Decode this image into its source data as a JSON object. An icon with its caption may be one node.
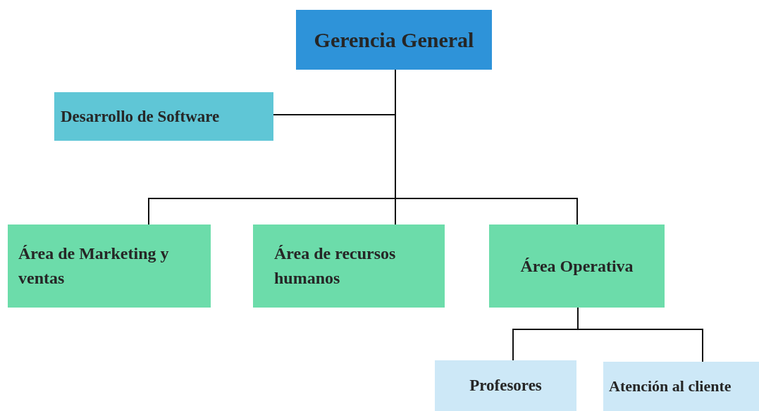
{
  "diagram": {
    "nodes": [
      {
        "text": [
          "Gerencia General"
        ]
      },
      {
        "text": [
          "Desarrollo de Software"
        ]
      },
      {
        "text": [
          "Área de Marketing y ventas"
        ]
      },
      {
        "text": [
          "Área de recursos humanos"
        ]
      },
      {
        "text": [
          "Área Operativa"
        ]
      },
      {
        "text": [
          "Profesores"
        ]
      },
      {
        "text": [
          "Atención al cliente"
        ]
      }
    ],
    "edges": [
      {
        "from": 0,
        "to": 1,
        "arrow": "none"
      },
      {
        "from": 0,
        "to": 2,
        "arrow": "none"
      },
      {
        "from": 0,
        "to": 3,
        "arrow": "none"
      },
      {
        "from": 0,
        "to": 4,
        "arrow": "none"
      },
      {
        "from": 4,
        "to": 5,
        "arrow": "none"
      },
      {
        "from": 4,
        "to": 6,
        "arrow": "none"
      }
    ]
  }
}
